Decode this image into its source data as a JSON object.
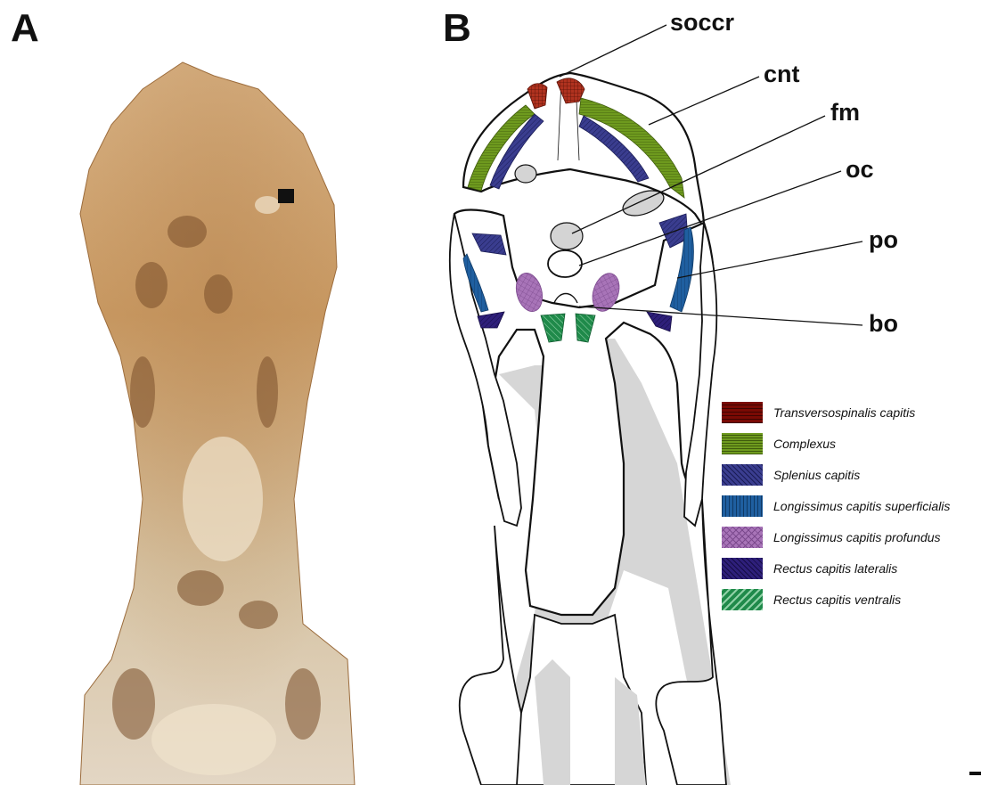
{
  "panels": {
    "a_label": "A",
    "b_label": "B"
  },
  "callouts": {
    "soccr": "soccr",
    "cnt": "cnt",
    "fm": "fm",
    "oc": "oc",
    "po": "po",
    "bo": "bo"
  },
  "legend": [
    {
      "label": "Transversospinalis capitis",
      "color": "#b0321f",
      "pattern": "grid"
    },
    {
      "label": "Complexus",
      "color": "#6e9a1e",
      "pattern": "horizontal"
    },
    {
      "label": "Splenius capitis",
      "color": "#3a3d8f",
      "pattern": "diagonal"
    },
    {
      "label": "Longissimus capitis superficialis",
      "color": "#1f5fa0",
      "pattern": "vertical"
    },
    {
      "label": "Longissimus capitis profundus",
      "color": "#a874b8",
      "pattern": "cross"
    },
    {
      "label": "Rectus capitis lateralis",
      "color": "#2e1f7a",
      "pattern": "diagonal"
    },
    {
      "label": "Rectus capitis ventralis",
      "color": "#1f8a4a",
      "pattern": "diagonal-reverse"
    }
  ],
  "colors": {
    "outline": "#111111",
    "shade": "#d4d4d4",
    "fossil_base": "#c9a06a",
    "fossil_dark": "#8a5a2e"
  }
}
